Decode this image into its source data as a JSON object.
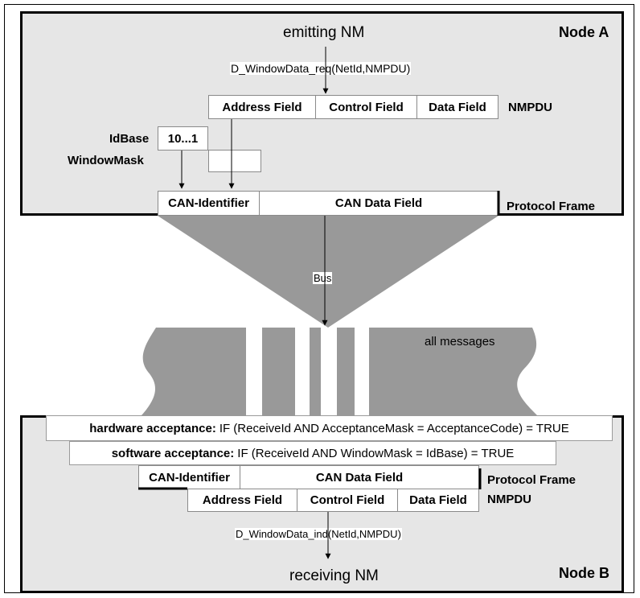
{
  "node_a": {
    "title": "Node A",
    "emitting": "emitting NM",
    "request": "D_WindowData_req(NetId,NMPDU)",
    "nmpdu_fields": [
      "Address Field",
      "Control Field",
      "Data Field"
    ],
    "nmpdu_label": "NMPDU",
    "idbase_label": "IdBase",
    "idbase_value": "10...1",
    "windowmask_label": "WindowMask",
    "frame_fields": [
      "CAN-Identifier",
      "CAN Data Field"
    ],
    "frame_label": "Protocol Frame"
  },
  "bus": {
    "label": "Bus",
    "messages_label": "all messages"
  },
  "node_b": {
    "title": "Node B",
    "hardware_key": "hardware acceptance:",
    "hardware_rule": "IF (ReceiveId AND AcceptanceMask = AcceptanceCode) = TRUE",
    "software_key": "software acceptance:",
    "software_rule": "IF (ReceiveId AND WindowMask = IdBase) = TRUE",
    "frame_fields": [
      "CAN-Identifier",
      "CAN Data Field"
    ],
    "frame_label": "Protocol Frame",
    "nmpdu_fields": [
      "Address Field",
      "Control Field",
      "Data Field"
    ],
    "nmpdu_label": "NMPDU",
    "indication": "D_WindowData_ind(NetId,NMPDU)",
    "receiving": "receiving NM"
  },
  "colors": {
    "panel": "#e6e6e6",
    "bus": "#999999",
    "stripe": "#ffffff",
    "border": "#000000"
  }
}
